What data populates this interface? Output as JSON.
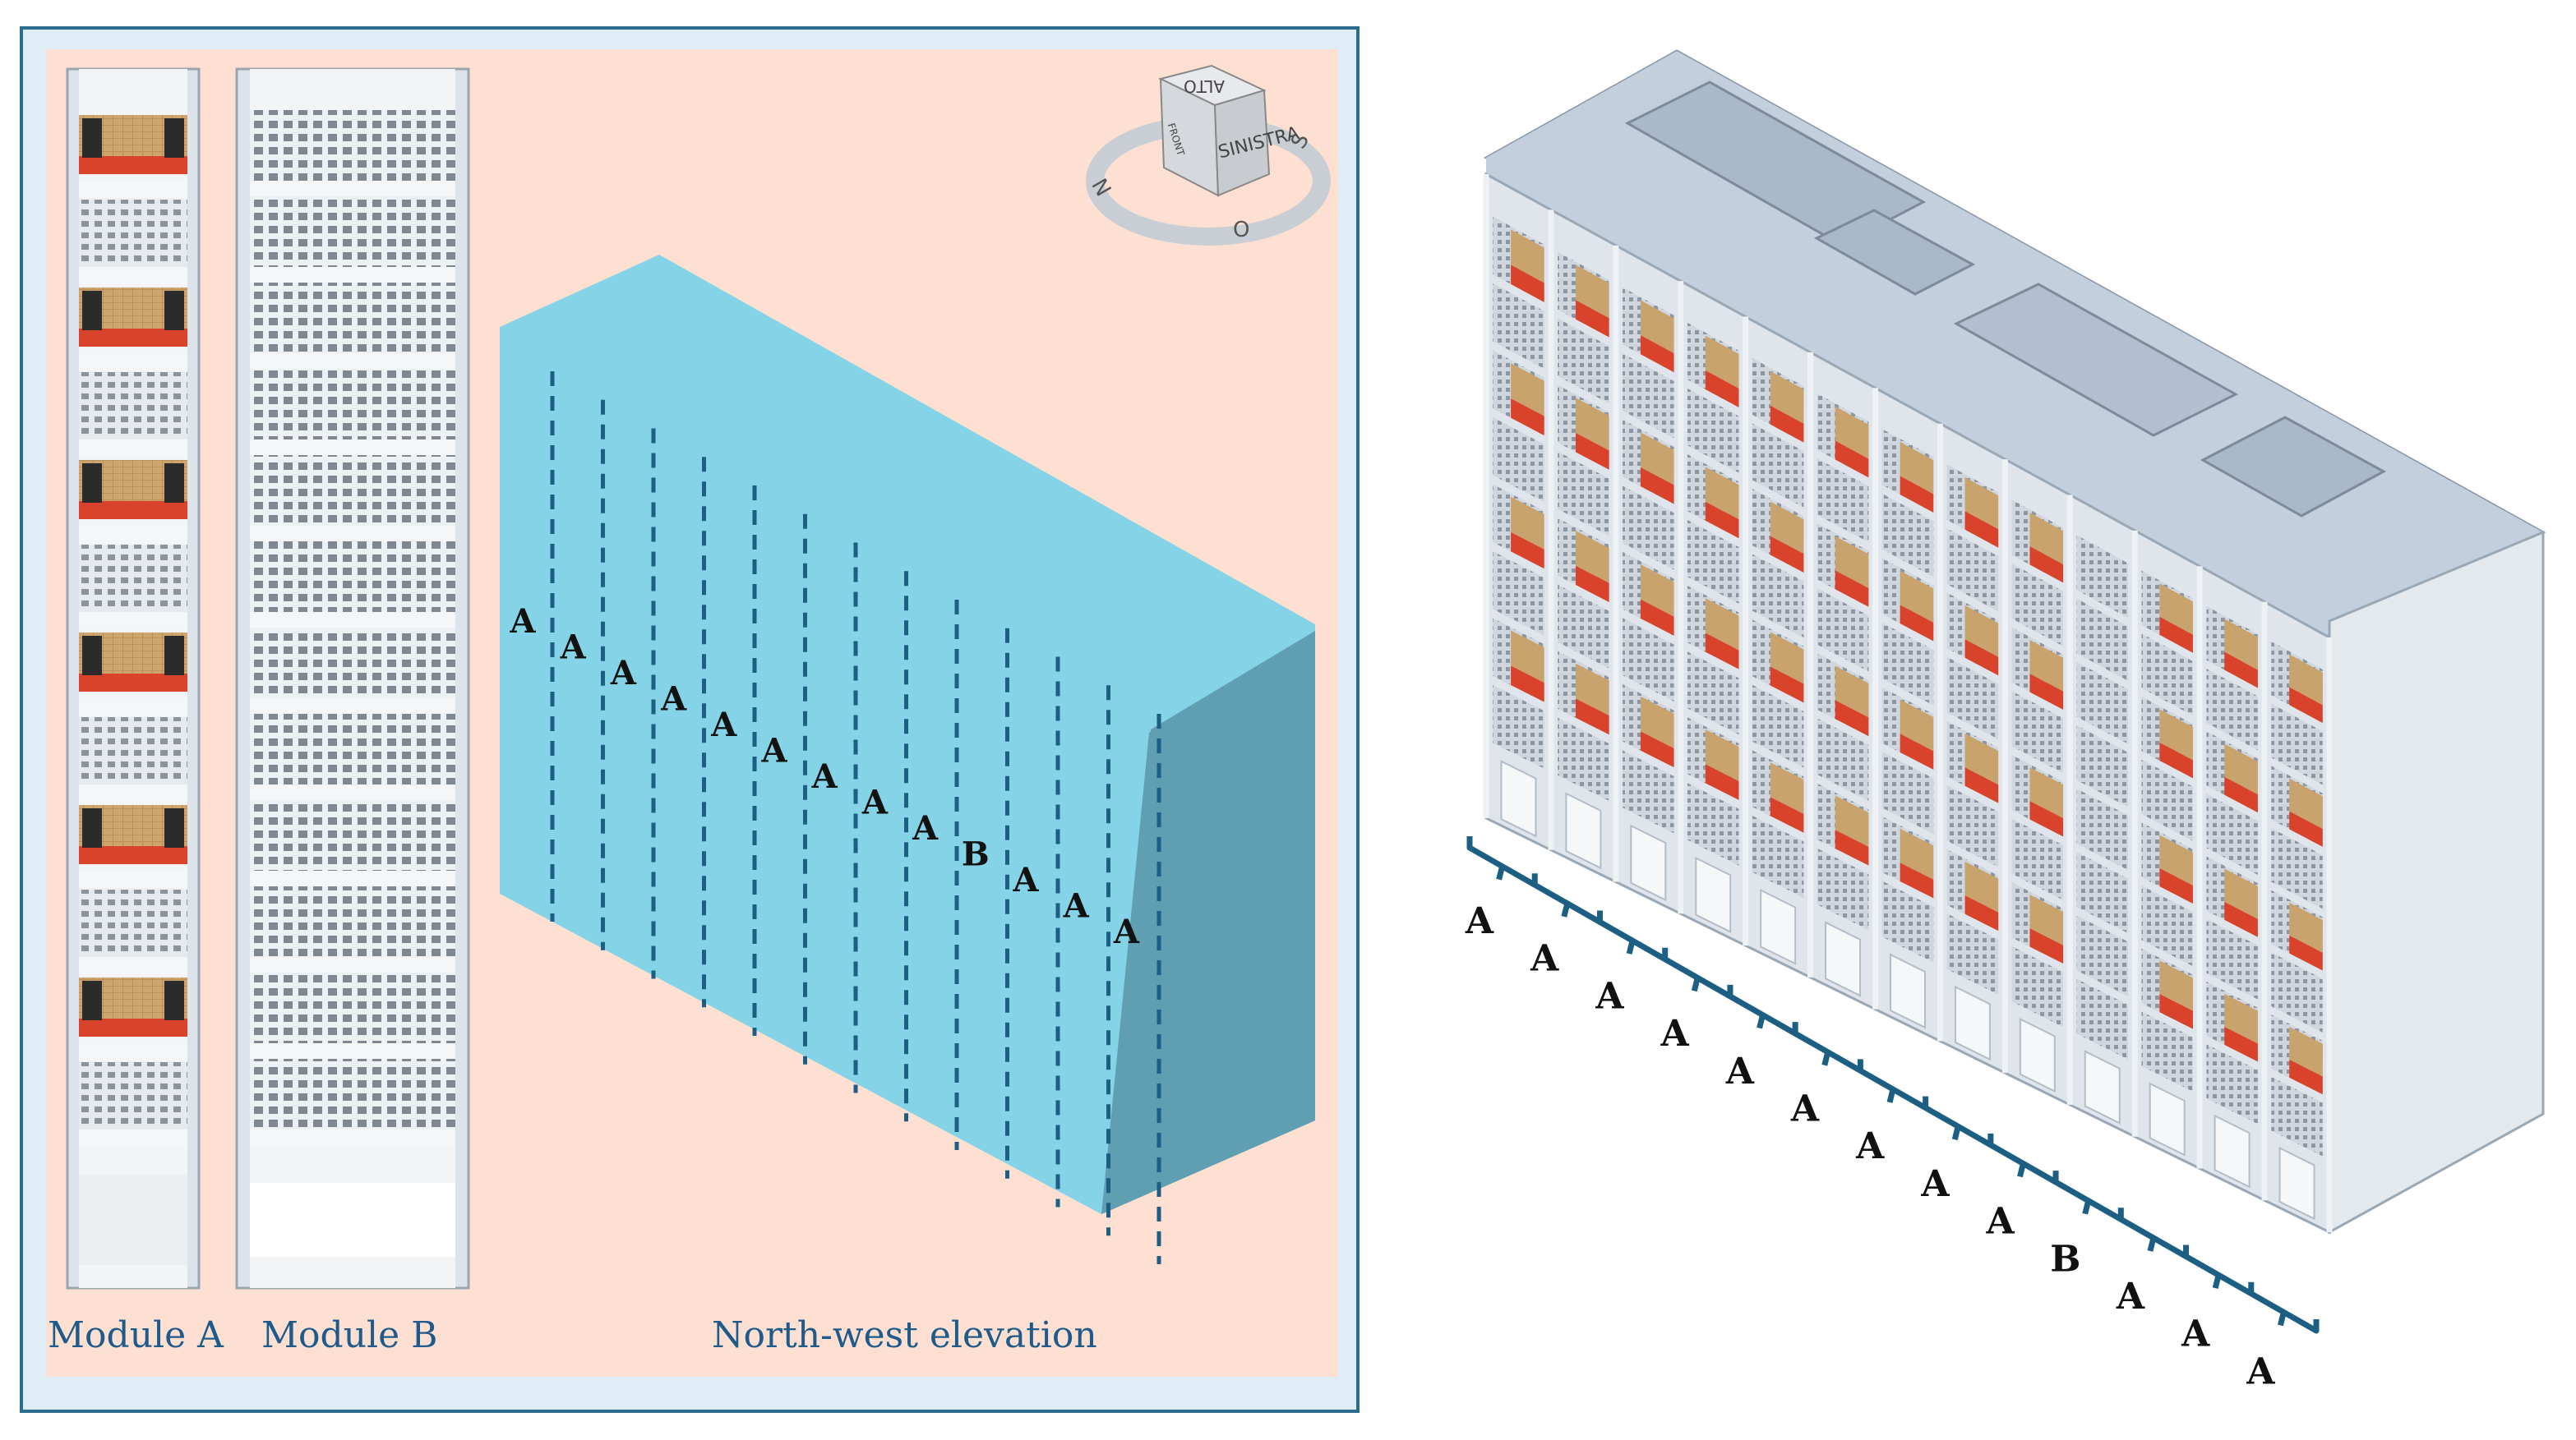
{
  "left_panel": {
    "module_a_label": "Module A",
    "module_b_label": "Module B",
    "elevation_label": "North-west elevation",
    "bands": [
      {
        "label": "A"
      },
      {
        "label": "A"
      },
      {
        "label": "A"
      },
      {
        "label": "A"
      },
      {
        "label": "A"
      },
      {
        "label": "A"
      },
      {
        "label": "A"
      },
      {
        "label": "A"
      },
      {
        "label": "A"
      },
      {
        "label": "B"
      },
      {
        "label": "A"
      },
      {
        "label": "A"
      },
      {
        "label": "A"
      }
    ],
    "viewcube": {
      "face_top": "ALTO",
      "face_front": "SINISTRA",
      "face_side": "FRONT",
      "compass": [
        "N",
        "O",
        "S"
      ]
    }
  },
  "right_panel": {
    "modules": [
      "A",
      "A",
      "A",
      "A",
      "A",
      "A",
      "A",
      "A",
      "A",
      "B",
      "A",
      "A",
      "A"
    ]
  },
  "colors": {
    "panel_bg": "#fde0d2",
    "panel_border": "#2b6c8f",
    "box_front": "#84d3e6",
    "box_side": "#5a9db0",
    "dash_line": "#1c5f82",
    "label_blue": "#1e5a8a",
    "brick": "#c9a36e",
    "red_panel": "#d9432b",
    "building": "#c7d1dc",
    "roof": "#b6c5d8"
  }
}
